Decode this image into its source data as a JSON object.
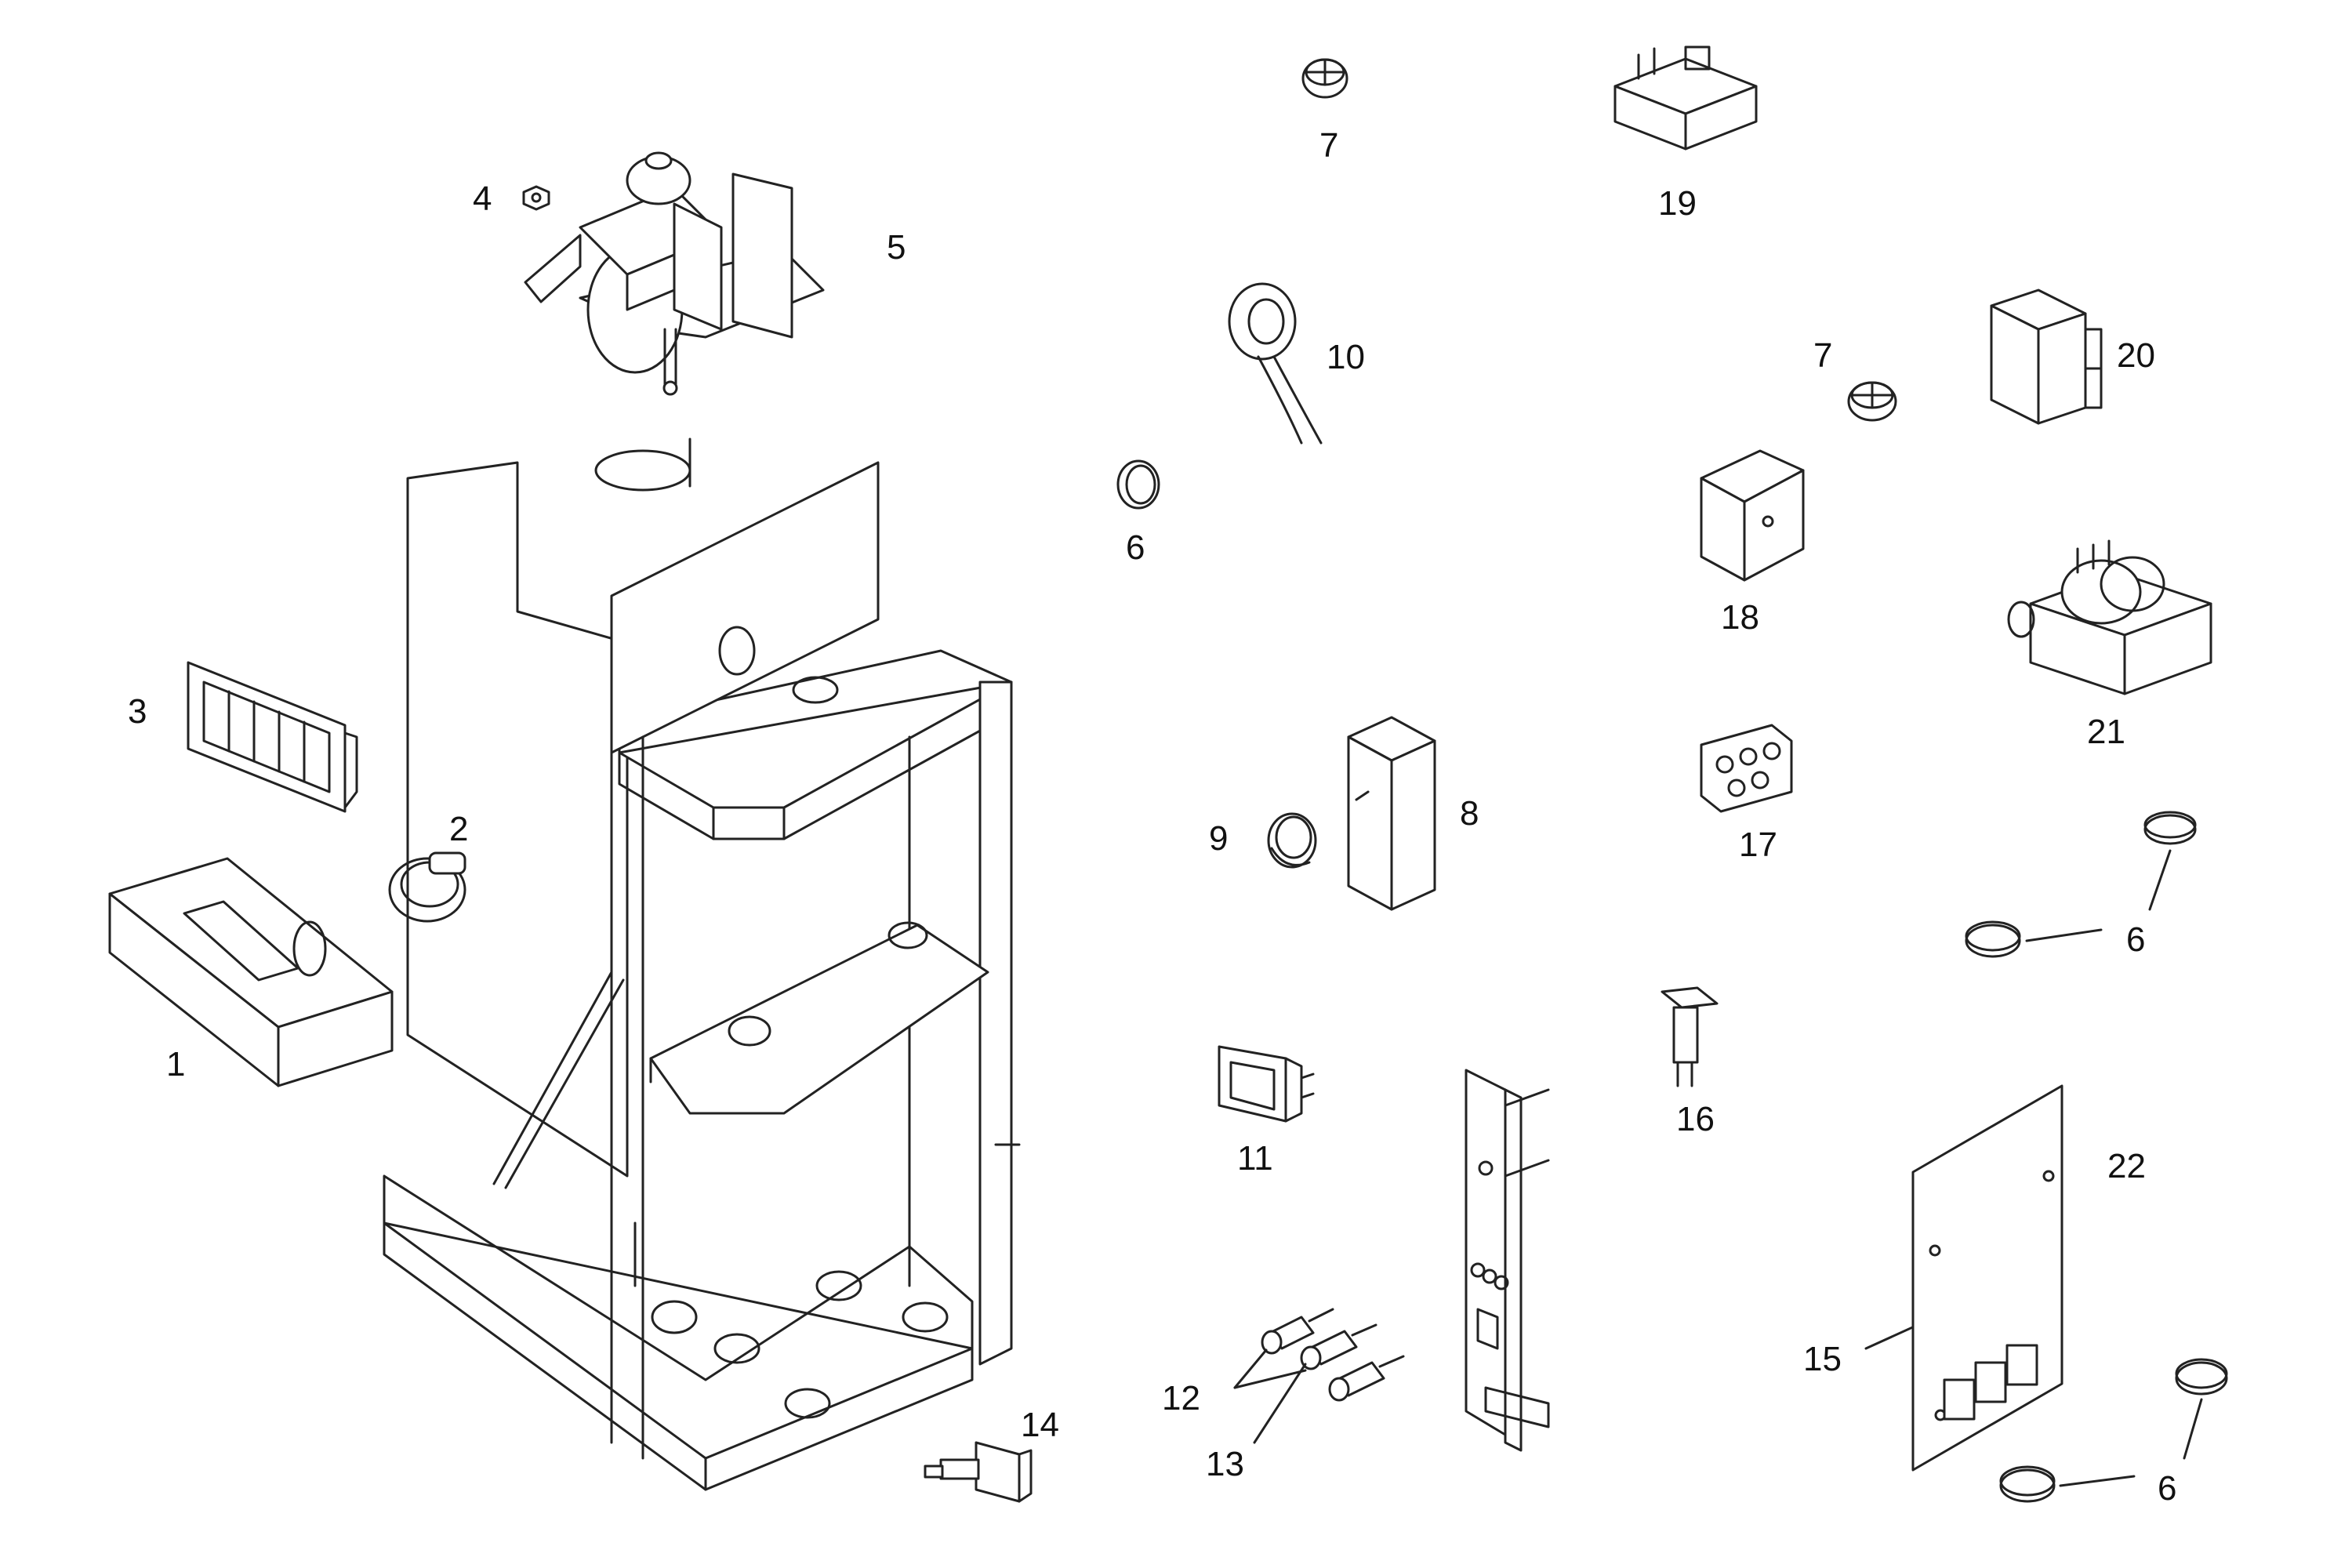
{
  "diagram": {
    "callouts": {
      "c1": "1",
      "c2": "2",
      "c3": "3",
      "c4": "4",
      "c5": "5",
      "c6a": "6",
      "c6b": "6",
      "c6c": "6",
      "c6d": "6",
      "c7a": "7",
      "c7b": "7",
      "c8": "8",
      "c9": "9",
      "c10": "10",
      "c11": "11",
      "c12": "12",
      "c13": "13",
      "c14": "14",
      "c15": "15",
      "c16": "16",
      "c17": "17",
      "c18": "18",
      "c19": "19",
      "c20": "20",
      "c21": "21",
      "c22": "22"
    }
  }
}
